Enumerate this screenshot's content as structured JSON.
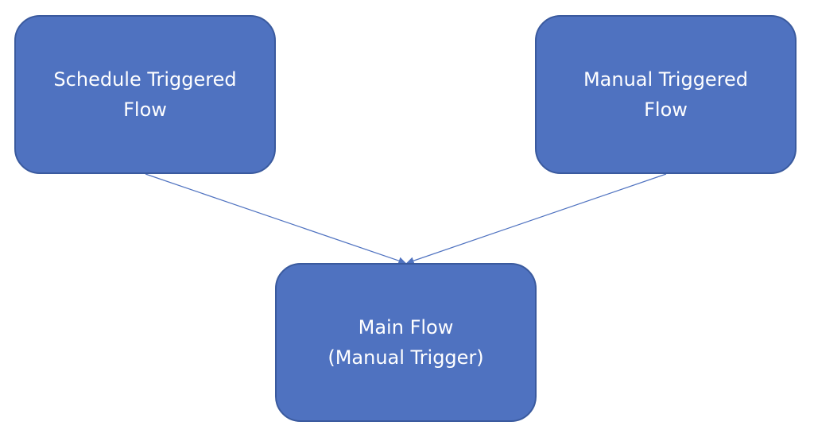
{
  "colors": {
    "node_fill": "#4f72c0",
    "node_border": "#3a5a9e",
    "node_text": "#ffffff",
    "connector": "#4f72c0"
  },
  "nodes": {
    "schedule": {
      "line1": "Schedule Triggered",
      "line2": "Flow"
    },
    "manual": {
      "line1": "Manual Triggered",
      "line2": "Flow"
    },
    "main": {
      "line1": "Main Flow",
      "line2": "(Manual Trigger)"
    }
  },
  "edges": [
    {
      "from": "Schedule Triggered Flow",
      "to": "Main Flow (Manual Trigger)"
    },
    {
      "from": "Manual Triggered Flow",
      "to": "Main Flow (Manual Trigger)"
    }
  ]
}
